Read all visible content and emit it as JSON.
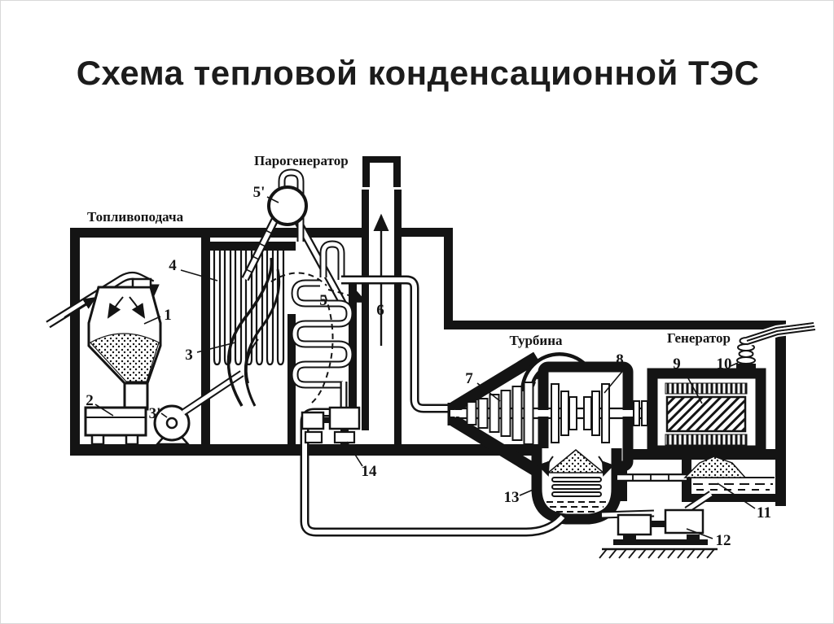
{
  "page": {
    "background": "#ffffff",
    "frame_border": "#d8d8d8",
    "ink_color": "#141414"
  },
  "title": {
    "text": "Схема тепловой конденсационной ТЭС"
  },
  "diagram": {
    "section_labels": [
      {
        "id": "fuel-supply",
        "text": "Топливоподача"
      },
      {
        "id": "steam-generator",
        "text": "Парогенератор"
      },
      {
        "id": "turbine",
        "text": "Турбина"
      },
      {
        "id": "generator",
        "text": "Генератор"
      }
    ],
    "callouts": [
      "1",
      "2",
      "3",
      "3'",
      "4",
      "5",
      "5'",
      "6",
      "7",
      "8",
      "9",
      "10",
      "11",
      "12",
      "13",
      "14"
    ]
  }
}
